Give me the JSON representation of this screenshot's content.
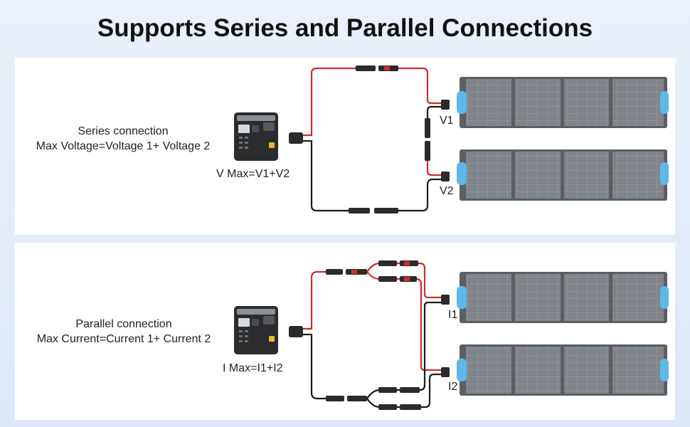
{
  "title": "Supports Series and Parallel Connections",
  "series": {
    "caption_line1": "Series connection",
    "caption_line2": "Max Voltage=Voltage 1+ Voltage 2",
    "max_label": "V Max=V1+V2",
    "panel1_label": "V1",
    "panel2_label": "V2"
  },
  "parallel": {
    "caption_line1": "Parallel connection",
    "caption_line2": "Max Current=Current 1+ Current 2",
    "max_label": "I Max=I1+I2",
    "panel1_label": "I1",
    "panel2_label": "I2"
  },
  "colors": {
    "positive_wire": "#d42a2a",
    "negative_wire": "#1a1a1a",
    "panel_frame": "#5b5f63",
    "panel_cell": "#8f9499",
    "panel_handle": "#5db8ea",
    "station_body": "#2a2c2e"
  }
}
